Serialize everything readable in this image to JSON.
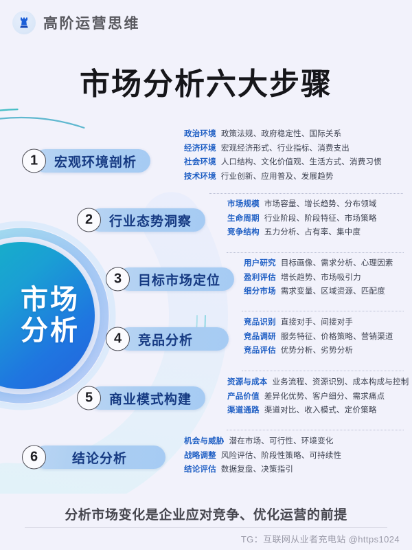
{
  "header": {
    "brand": "高阶运营思维",
    "logo_icon": "chess-rook-icon"
  },
  "title": "市场分析六大步骤",
  "hub": {
    "line1": "市场",
    "line2": "分析"
  },
  "steps": [
    {
      "number": "1",
      "label": "宏观环境剖析",
      "details": [
        {
          "key": "政治环境",
          "value": "政策法规、政府稳定性、国际关系"
        },
        {
          "key": "经济环境",
          "value": "宏观经济形式、行业指标、消费支出"
        },
        {
          "key": "社会环境",
          "value": "人口结构、文化价值观、生活方式、消费习惯"
        },
        {
          "key": "技术环境",
          "value": "行业创新、应用普及、发展趋势"
        }
      ]
    },
    {
      "number": "2",
      "label": "行业态势洞察",
      "details": [
        {
          "key": "市场规模",
          "value": "市场容量、增长趋势、分布领域"
        },
        {
          "key": "生命周期",
          "value": "行业阶段、阶段特征、市场策略"
        },
        {
          "key": "竞争结构",
          "value": "五力分析、占有率、集中度"
        }
      ]
    },
    {
      "number": "3",
      "label": "目标市场定位",
      "details": [
        {
          "key": "用户研究",
          "value": "目标画像、需求分析、心理因素"
        },
        {
          "key": "盈利评估",
          "value": "增长趋势、市场吸引力"
        },
        {
          "key": "细分市场",
          "value": "需求变量、区域资源、匹配度"
        }
      ]
    },
    {
      "number": "4",
      "label": "竞品分析",
      "details": [
        {
          "key": "竞品识别",
          "value": "直接对手、间接对手"
        },
        {
          "key": "竞品调研",
          "value": "服务特征、价格策略、营销渠道"
        },
        {
          "key": "竞品评估",
          "value": "优势分析、劣势分析"
        }
      ]
    },
    {
      "number": "5",
      "label": "商业模式构建",
      "details": [
        {
          "key": "资源与成本",
          "value": "业务流程、资源识别、成本构成与控制"
        },
        {
          "key": "产品价值",
          "value": "差异化优势、客户细分、需求痛点"
        },
        {
          "key": "渠道通路",
          "value": "渠道对比、收入模式、定价策略"
        }
      ]
    },
    {
      "number": "6",
      "label": "结论分析",
      "details": [
        {
          "key": "机会与威胁",
          "value": "潜在市场、可行性、环境变化"
        },
        {
          "key": "战略调整",
          "value": "风险评估、阶段性策略、可持续性"
        },
        {
          "key": "结论评估",
          "value": "数据复盘、决策指引"
        }
      ]
    }
  ],
  "footer": {
    "tagline": "分析市场变化是企业应对竞争、优化运营的前提",
    "watermark": "TG：互联网从业者充电站 @https1024"
  },
  "colors": {
    "background": "#f2f2fb",
    "hub_teal": "#15b7c4",
    "hub_blue": "#2463dd",
    "pill_fill": "#aacdf2",
    "pill_text": "#163a82",
    "detail_key": "#1f5fc4",
    "detail_value": "#3d4250",
    "title_text": "#16161a"
  }
}
